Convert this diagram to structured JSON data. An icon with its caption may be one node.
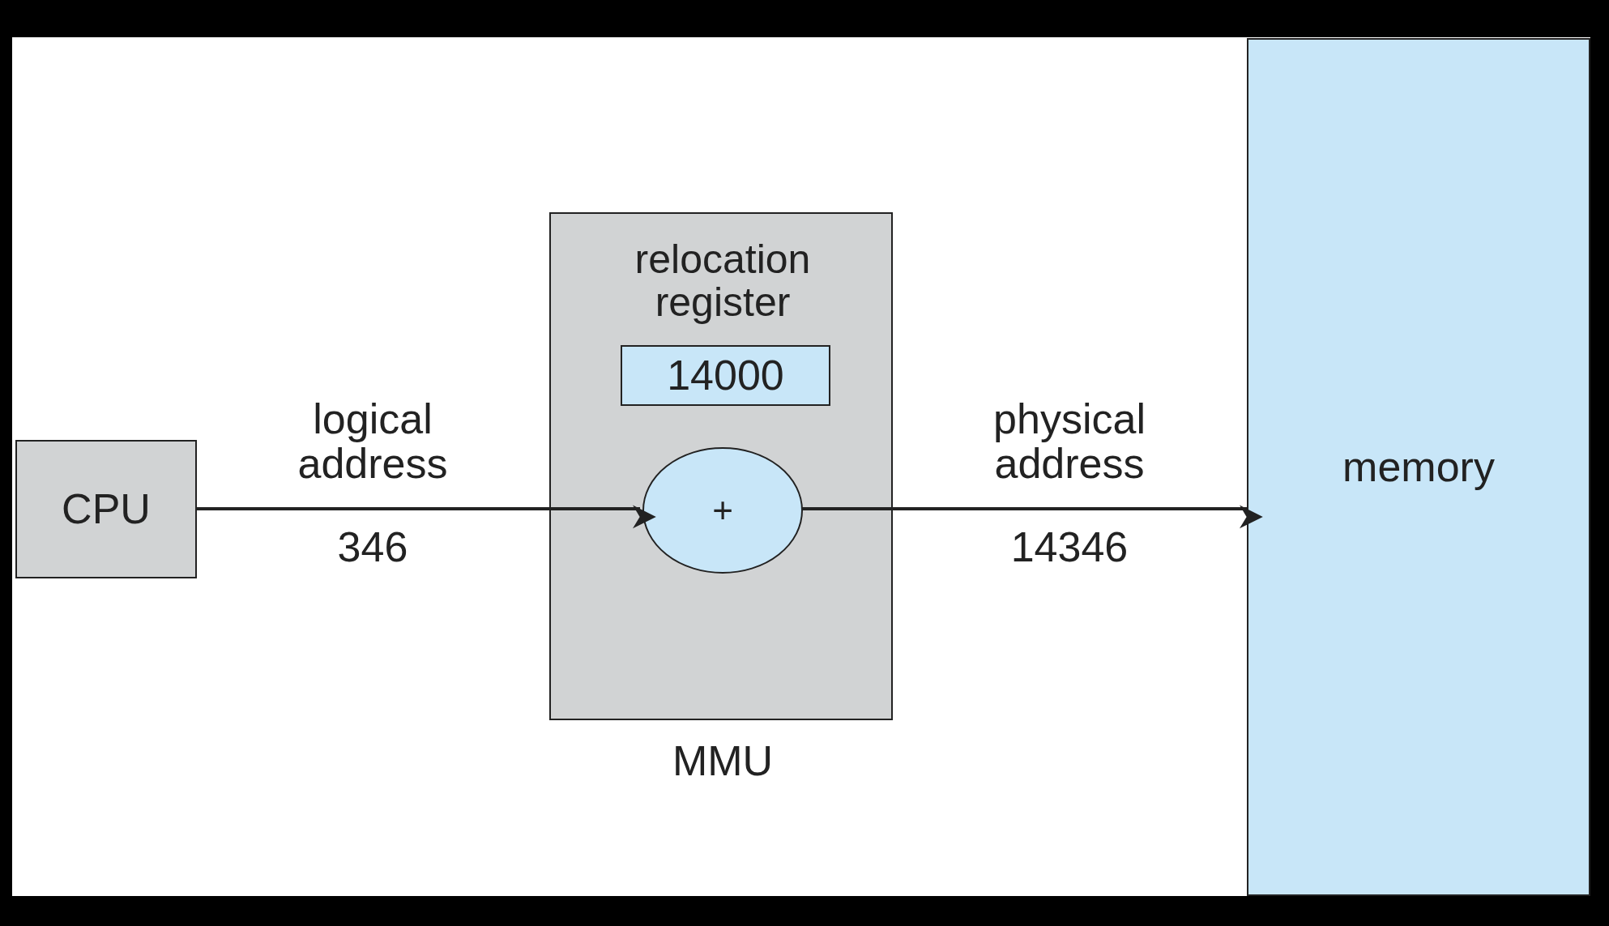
{
  "diagram": {
    "nodes": [
      {
        "text": [
          "CPU"
        ]
      },
      {
        "text": [
          "MMU"
        ]
      },
      {
        "text": [
          "14000"
        ],
        "beside": [
          "relocation register"
        ],
        "in": 1
      },
      {
        "text": [
          "+"
        ],
        "in": 1
      },
      {
        "text": [
          "memory"
        ]
      }
    ],
    "edges": [
      {
        "from": 0,
        "to": 3,
        "arrow": "to",
        "label": "logical address"
      },
      {
        "from": 3,
        "to": 4,
        "arrow": "to",
        "label": "physical address"
      }
    ],
    "labels": [
      "346",
      "14346"
    ]
  }
}
